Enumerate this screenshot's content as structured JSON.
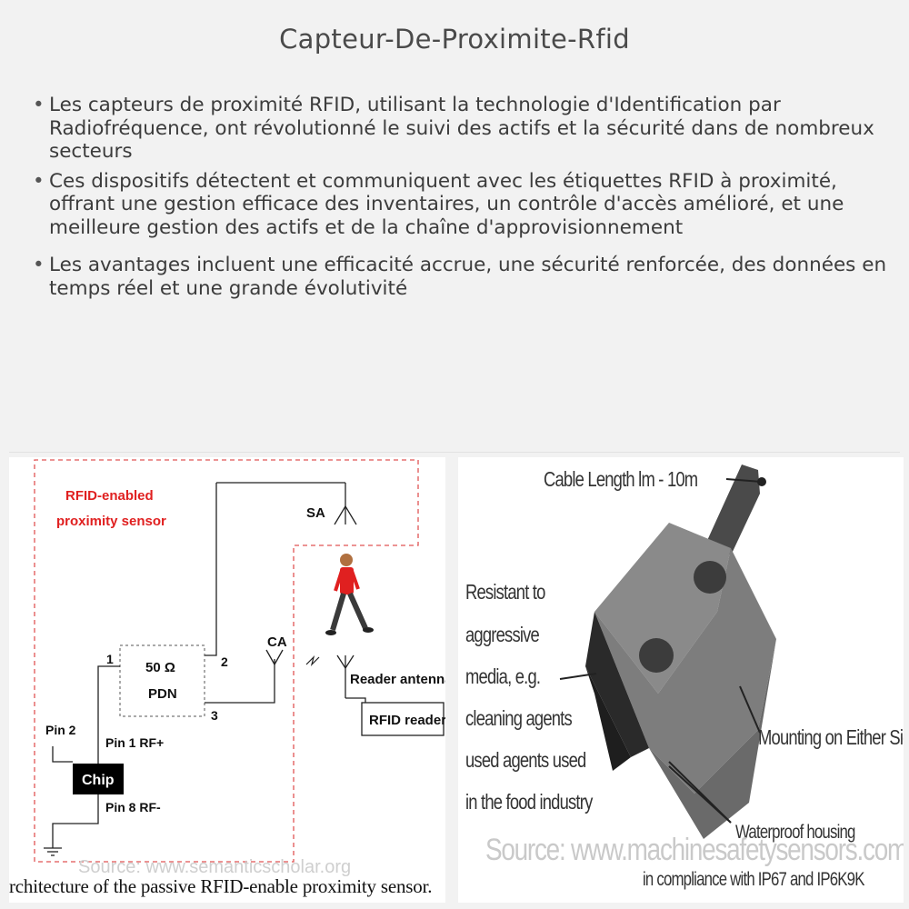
{
  "title": "Capteur-De-Proximite-Rfid",
  "bullets": [
    "Les capteurs de proximité RFID, utilisant la technologie d'Identification par Radiofréquence, ont révolutionné le suivi des actifs et la sécurité dans de nombreux secteurs",
    "Ces dispositifs détectent et communiquent avec les étiquettes RFID à proximité, offrant une gestion efficace des inventaires, un contrôle d'accès amélioré, et une meilleure gestion des actifs et de la chaîne d'approvisionnement",
    "Les avantages incluent une efficacité accrue, une sécurité renforcée, des données en temps réel et une grande évolutivité"
  ],
  "left_image": {
    "sensor_label_line1": "RFID-enabled",
    "sensor_label_line2": "proximity sensor",
    "sa": "SA",
    "ca": "CA",
    "pdn_line1": "50 Ω",
    "pdn_line2": "PDN",
    "port1": "1",
    "port2": "2",
    "port3": "3",
    "pin2": "Pin 2",
    "pin1": "Pin 1 RF+",
    "chip": "Chip",
    "pin8": "Pin 8 RF-",
    "reader_antenna": "Reader antenna",
    "rfid_reader": "RFID reader",
    "watermark": "Source: www.semanticscholar.org",
    "caption": "rchitecture of the passive RFID-enable proximity sensor."
  },
  "right_image": {
    "cable_length": "Cable Length lm - 10m",
    "resistant_lines": [
      "Resistant to",
      "aggressive",
      "media, e.g.",
      "cleaning agents",
      "used agents used",
      "in the food industry"
    ],
    "mounting": "Mounting on Either Side",
    "waterproof_line1": "Waterproof housing",
    "waterproof_line2": "in compliance with IP67 and IP6K9K",
    "watermark": "Source: www.machinesafetysensors.com"
  },
  "colors": {
    "background": "#f2f2f2",
    "dashed_border": "#e05555",
    "sensor_label": "#e02020",
    "sensor_body": "#7a7a7a"
  }
}
